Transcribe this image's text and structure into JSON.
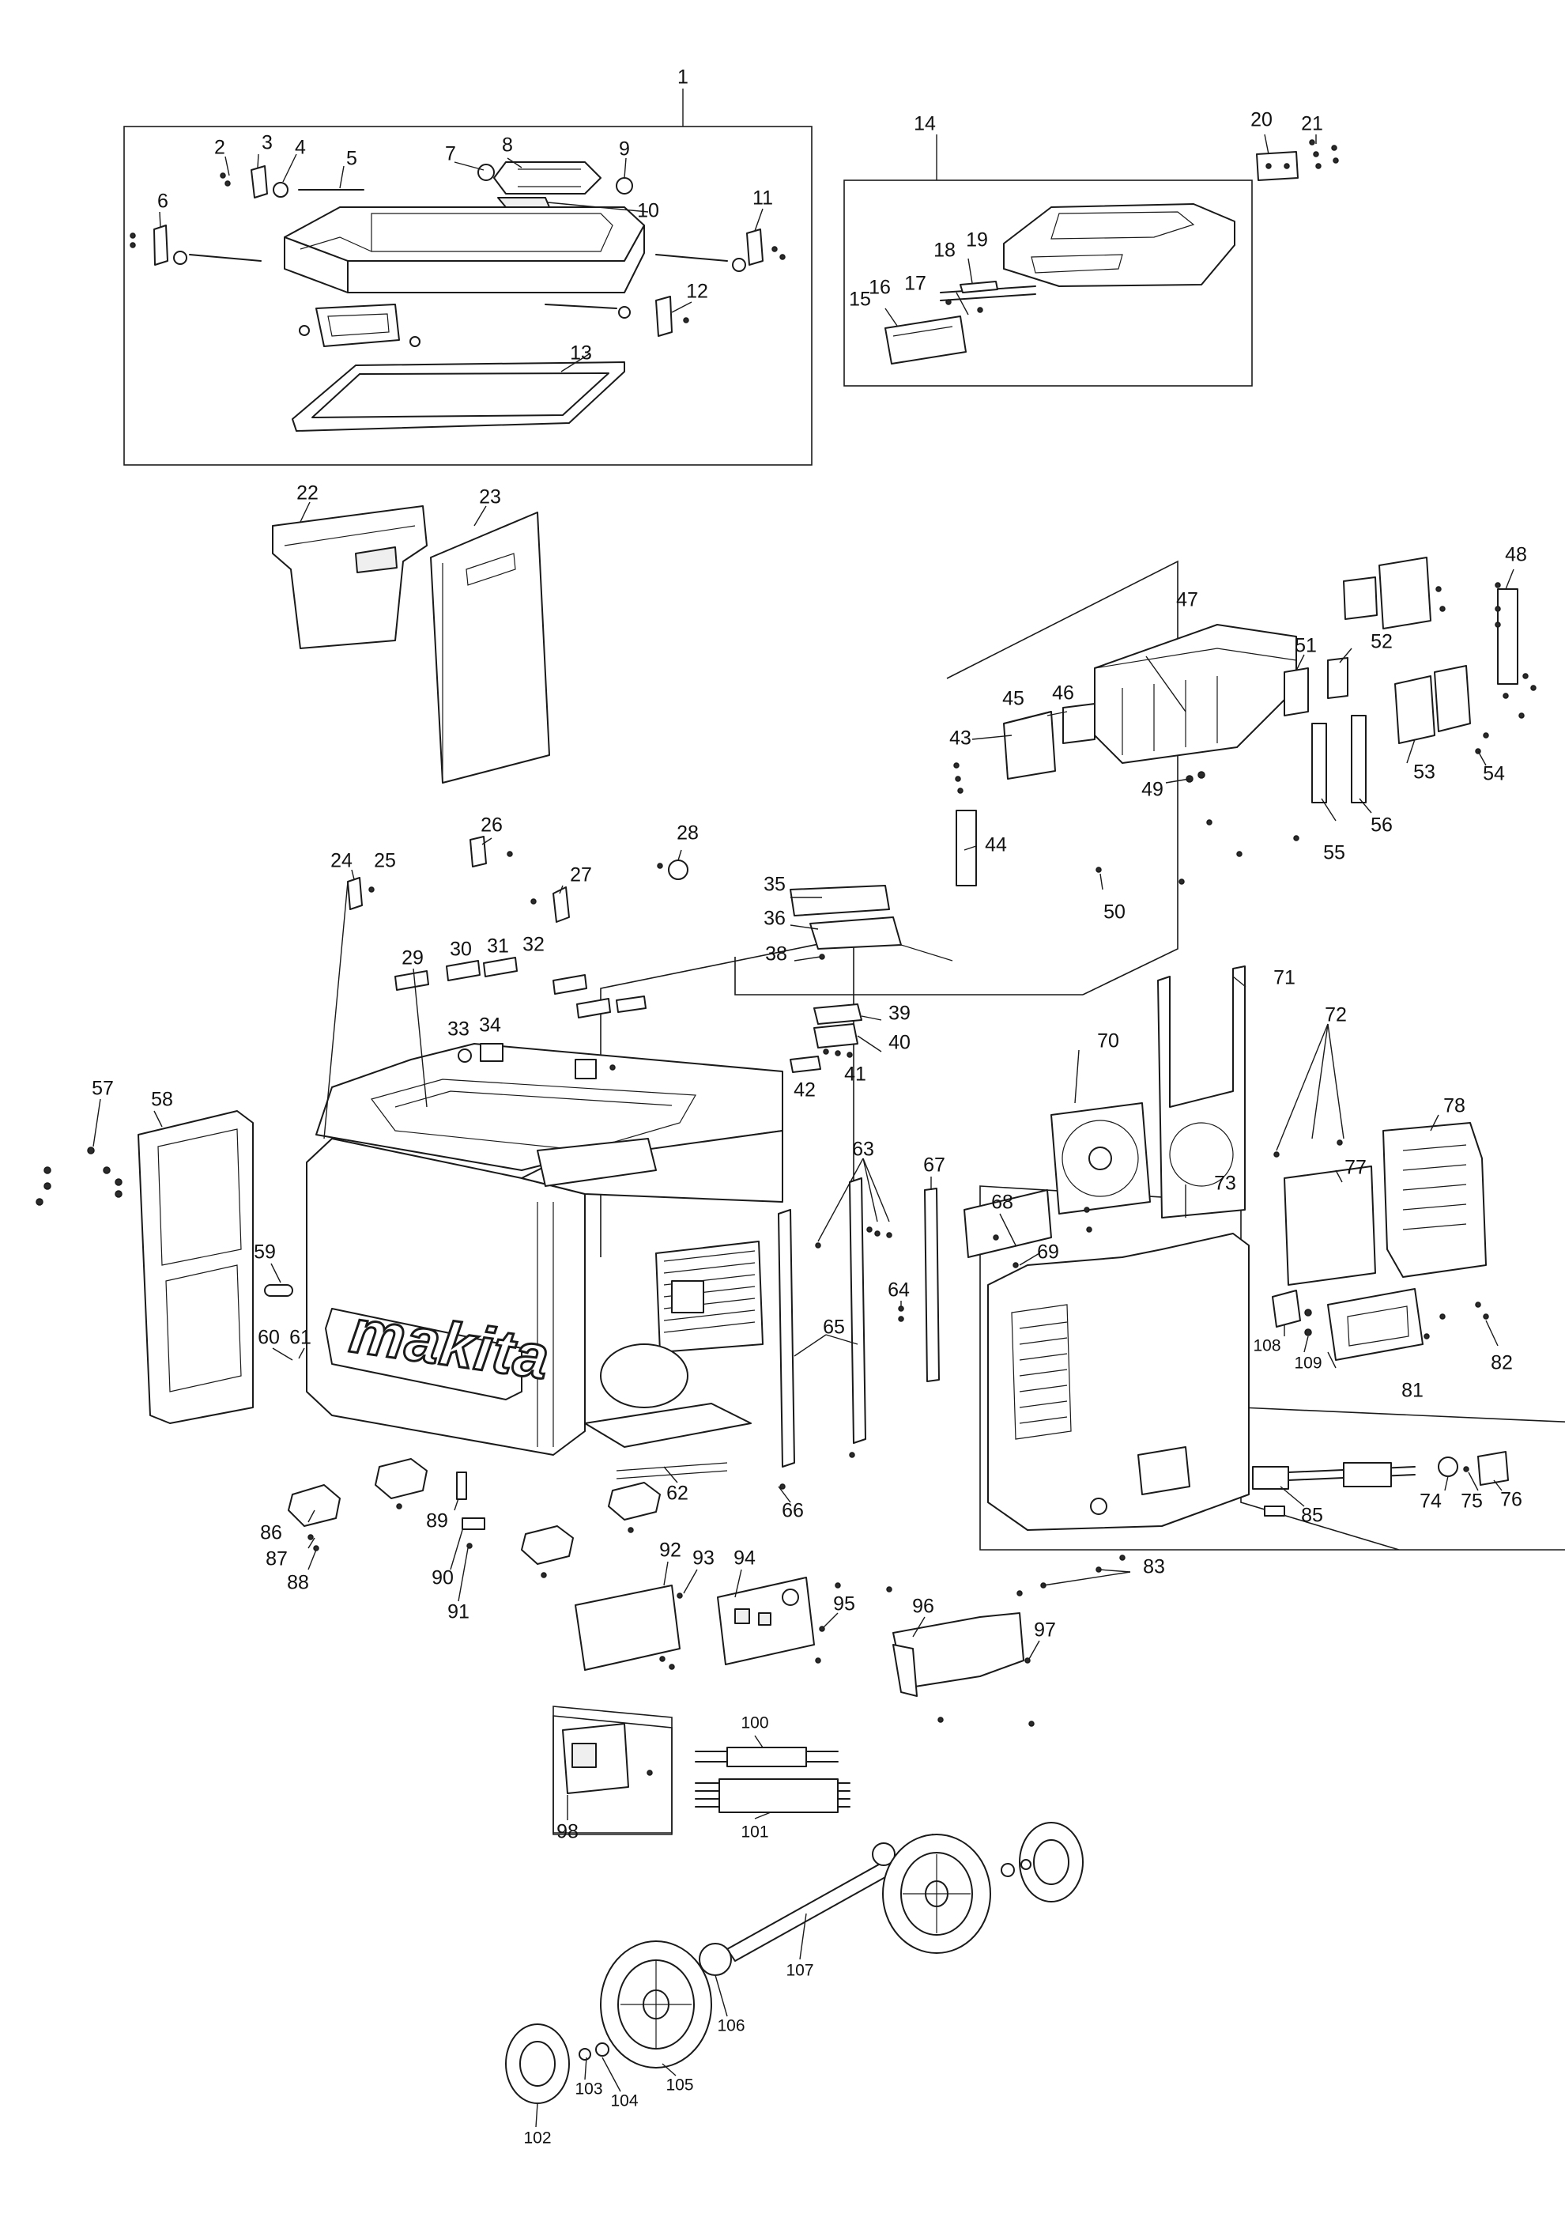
{
  "diagram": {
    "brand_mark": "makita",
    "callouts": [
      {
        "id": "c1",
        "text": "1"
      },
      {
        "id": "c2",
        "text": "2"
      },
      {
        "id": "c3",
        "text": "3"
      },
      {
        "id": "c4",
        "text": "4"
      },
      {
        "id": "c5",
        "text": "5"
      },
      {
        "id": "c6",
        "text": "6"
      },
      {
        "id": "c7",
        "text": "7"
      },
      {
        "id": "c8",
        "text": "8"
      },
      {
        "id": "c9",
        "text": "9"
      },
      {
        "id": "c10",
        "text": "10"
      },
      {
        "id": "c11",
        "text": "11"
      },
      {
        "id": "c12",
        "text": "12"
      },
      {
        "id": "c13",
        "text": "13"
      },
      {
        "id": "c14",
        "text": "14"
      },
      {
        "id": "c15",
        "text": "15"
      },
      {
        "id": "c16",
        "text": "16"
      },
      {
        "id": "c17",
        "text": "17"
      },
      {
        "id": "c18",
        "text": "18"
      },
      {
        "id": "c19",
        "text": "19"
      },
      {
        "id": "c20",
        "text": "20"
      },
      {
        "id": "c21",
        "text": "21"
      },
      {
        "id": "c22",
        "text": "22"
      },
      {
        "id": "c23",
        "text": "23"
      },
      {
        "id": "c24",
        "text": "24"
      },
      {
        "id": "c25",
        "text": "25"
      },
      {
        "id": "c26",
        "text": "26"
      },
      {
        "id": "c27",
        "text": "27"
      },
      {
        "id": "c28",
        "text": "28"
      },
      {
        "id": "c29",
        "text": "29"
      },
      {
        "id": "c30",
        "text": "30"
      },
      {
        "id": "c31",
        "text": "31"
      },
      {
        "id": "c32",
        "text": "32"
      },
      {
        "id": "c33",
        "text": "33"
      },
      {
        "id": "c34",
        "text": "34"
      },
      {
        "id": "c35",
        "text": "35"
      },
      {
        "id": "c36",
        "text": "36"
      },
      {
        "id": "c38",
        "text": "38"
      },
      {
        "id": "c39",
        "text": "39"
      },
      {
        "id": "c40",
        "text": "40"
      },
      {
        "id": "c41",
        "text": "41"
      },
      {
        "id": "c42",
        "text": "42"
      },
      {
        "id": "c43",
        "text": "43"
      },
      {
        "id": "c44",
        "text": "44"
      },
      {
        "id": "c45",
        "text": "45"
      },
      {
        "id": "c46",
        "text": "46"
      },
      {
        "id": "c47",
        "text": "47"
      },
      {
        "id": "c48",
        "text": "48"
      },
      {
        "id": "c49",
        "text": "49"
      },
      {
        "id": "c50",
        "text": "50"
      },
      {
        "id": "c51",
        "text": "51"
      },
      {
        "id": "c52",
        "text": "52"
      },
      {
        "id": "c53",
        "text": "53"
      },
      {
        "id": "c54",
        "text": "54"
      },
      {
        "id": "c55",
        "text": "55"
      },
      {
        "id": "c56",
        "text": "56"
      },
      {
        "id": "c57",
        "text": "57"
      },
      {
        "id": "c58",
        "text": "58"
      },
      {
        "id": "c59",
        "text": "59"
      },
      {
        "id": "c60",
        "text": "60"
      },
      {
        "id": "c61",
        "text": "61"
      },
      {
        "id": "c62",
        "text": "62"
      },
      {
        "id": "c63",
        "text": "63"
      },
      {
        "id": "c64",
        "text": "64"
      },
      {
        "id": "c65",
        "text": "65"
      },
      {
        "id": "c66",
        "text": "66"
      },
      {
        "id": "c67",
        "text": "67"
      },
      {
        "id": "c68",
        "text": "68"
      },
      {
        "id": "c69",
        "text": "69"
      },
      {
        "id": "c70",
        "text": "70"
      },
      {
        "id": "c71",
        "text": "71"
      },
      {
        "id": "c72",
        "text": "72"
      },
      {
        "id": "c73",
        "text": "73"
      },
      {
        "id": "c74",
        "text": "74"
      },
      {
        "id": "c75",
        "text": "75"
      },
      {
        "id": "c76",
        "text": "76"
      },
      {
        "id": "c77",
        "text": "77"
      },
      {
        "id": "c78",
        "text": "78"
      },
      {
        "id": "c81",
        "text": "81"
      },
      {
        "id": "c82",
        "text": "82"
      },
      {
        "id": "c83",
        "text": "83"
      },
      {
        "id": "c85",
        "text": "85"
      },
      {
        "id": "c86",
        "text": "86"
      },
      {
        "id": "c87",
        "text": "87"
      },
      {
        "id": "c88",
        "text": "88"
      },
      {
        "id": "c89",
        "text": "89"
      },
      {
        "id": "c90",
        "text": "90"
      },
      {
        "id": "c91",
        "text": "91"
      },
      {
        "id": "c92",
        "text": "92"
      },
      {
        "id": "c93",
        "text": "93"
      },
      {
        "id": "c94",
        "text": "94"
      },
      {
        "id": "c95",
        "text": "95"
      },
      {
        "id": "c96",
        "text": "96"
      },
      {
        "id": "c97",
        "text": "97"
      },
      {
        "id": "c98",
        "text": "98"
      },
      {
        "id": "c100",
        "text": "100"
      },
      {
        "id": "c101",
        "text": "101"
      },
      {
        "id": "c102",
        "text": "102"
      },
      {
        "id": "c103",
        "text": "103"
      },
      {
        "id": "c104",
        "text": "104"
      },
      {
        "id": "c105",
        "text": "105"
      },
      {
        "id": "c106",
        "text": "106"
      },
      {
        "id": "c107",
        "text": "107"
      },
      {
        "id": "c108",
        "text": "108"
      },
      {
        "id": "c109",
        "text": "109"
      }
    ]
  }
}
